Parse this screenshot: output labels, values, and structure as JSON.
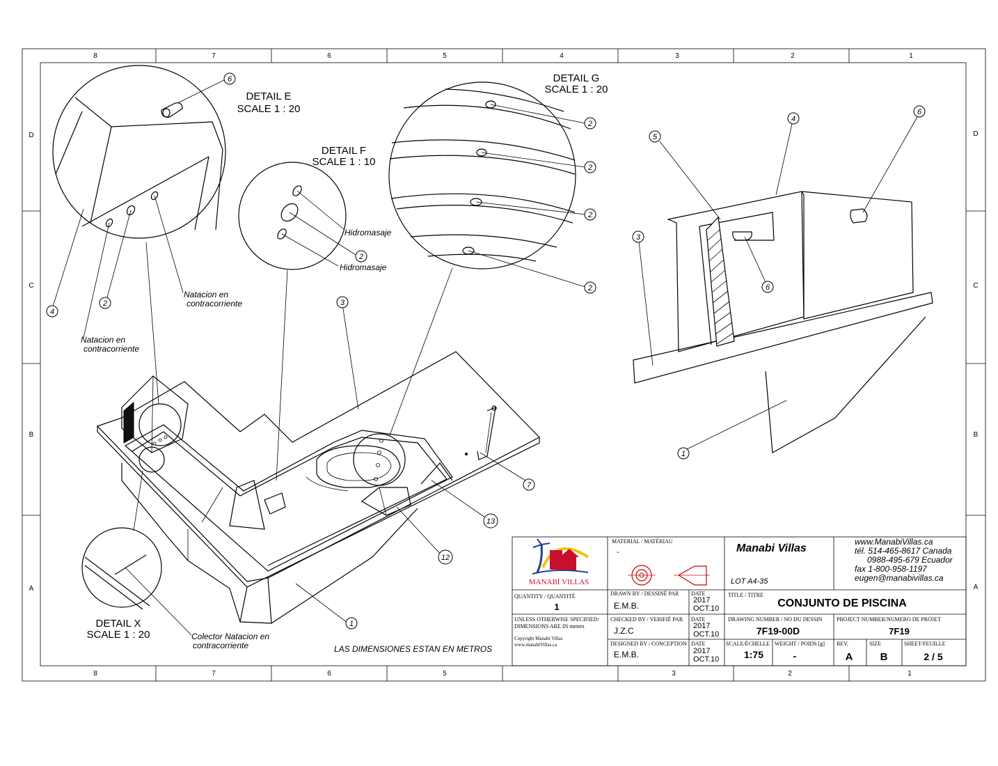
{
  "border": {
    "cols": [
      "8",
      "7",
      "6",
      "5",
      "4",
      "3",
      "2",
      "1"
    ],
    "rows": [
      "D",
      "C",
      "B",
      "A"
    ]
  },
  "details": {
    "e": {
      "title": "DETAIL E",
      "scale": "SCALE 1 : 20"
    },
    "f": {
      "title": "DETAIL F",
      "scale": "SCALE 1 : 10"
    },
    "g": {
      "title": "DETAIL G",
      "scale": "SCALE 1 : 20"
    },
    "x": {
      "title": "DETAIL X",
      "scale": "SCALE 1 : 20"
    }
  },
  "callouts": {
    "hidromasaje": "Hidromasaje",
    "natacion_1": "Natacion en",
    "natacion_2": "contracorriente",
    "colector_1": "Colector Natacion en",
    "colector_2": "contracorriente",
    "dimensions_note": "LAS DIMENSIONES ESTAN EN METROS"
  },
  "balloons": {
    "b1": "1",
    "b2": "2",
    "b3": "3",
    "b4": "4",
    "b5": "5",
    "b6": "6",
    "b7": "7",
    "b12": "12",
    "b13": "13"
  },
  "title_block": {
    "logo_text": "MANABÍ VILLAS",
    "company": "Manabi Villas",
    "lot": "LOT A4-35",
    "contact": [
      "www.ManabiVillas.ca",
      "tél. 514-465-8617 Canada",
      "0988-495-679  Ecuador",
      "fax 1-800-958-1197",
      "eugen@manabivillas.ca"
    ],
    "material_label": "MATERIAL / MATÉRIAU",
    "material_value": "-",
    "quantity_label": "QUANTITY / QUANTITÉ",
    "quantity_value": "1",
    "unless_1": "UNLESS OTHERWISE SPECIFIED:",
    "unless_2": "DIMENSIONS ARE IN meters",
    "copyright_1": "Copyright  Manabi Villas",
    "copyright_2": "www.manabiVillas.ca",
    "drawn_label": "DRAWN BY / DESSINÉ PAR",
    "drawn_value": "E.M.B.",
    "checked_label": "CHECKED BY / VERIFIÉ PAR",
    "checked_value": "J.Z.C",
    "designed_label": "DESIGNED BY / CONCEPTION",
    "designed_value": "E.M.B.",
    "date_label": "DATE",
    "date_year": "2017",
    "date_day": "OCT.10",
    "title_label": "TITLE / TITRE",
    "title_value": "CONJUNTO DE PISCINA",
    "drawing_no_label": "DRAWING NUMBER / NO DU DESSIN",
    "drawing_no_value": "7F19-00D",
    "project_no_label": "PROJECT NUMBER/NUMERO DE PROJET",
    "project_no_value": "7F19",
    "scale_label": "SCALE/ÉCHELLE",
    "scale_value": "1:75",
    "weight_label": "WEIGHT / POIDS [g]",
    "weight_value": "-",
    "rev_label": "REV.",
    "rev_value": "A",
    "size_label": "SIZE",
    "size_value": "B",
    "sheet_label": "SHEET/FEUILLE",
    "sheet_value": "2 / 5"
  },
  "colors": {
    "logo_red": "#c8102e",
    "logo_blue": "#1f3f8f",
    "logo_yellow": "#f2c200",
    "symbol_red": "#cc0000"
  }
}
